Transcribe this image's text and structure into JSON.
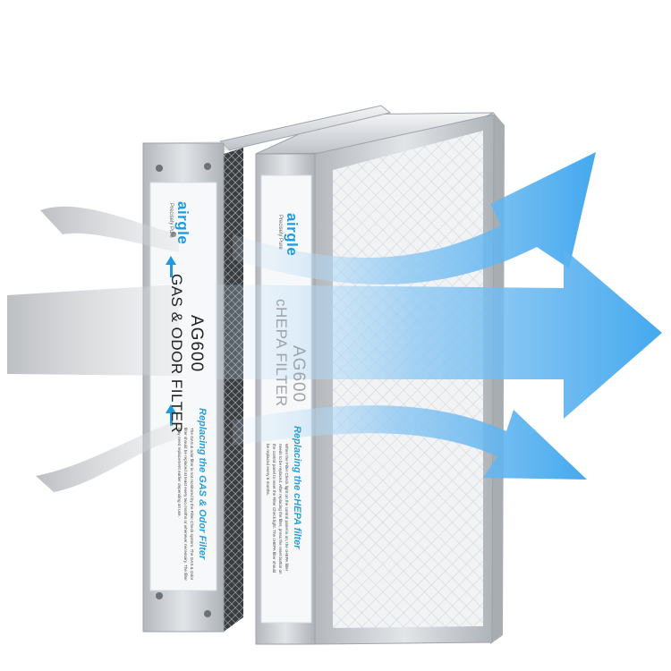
{
  "colors": {
    "frame": "#c9ccd0",
    "frame_dark": "#9ea3a9",
    "label": "#f7f8f9",
    "accent": "#1d9be0",
    "flow": "#3aa4ee",
    "mesh": "#e9ecef"
  },
  "front_filter": {
    "brand": "airgle",
    "tagline": "Precisely Pure",
    "model": "AG600",
    "type": "GAS & ODOR FILTER",
    "replace_title": "Replacing the GAS & Odor Filter",
    "replace_body": "The GAS & odor filter is not monitored by the Filter Check system. The GAS & Odor filter should be replaced at least every two months or whenever necessary. The filter may need replacement earlier depending on use."
  },
  "rear_filter": {
    "brand": "airgle",
    "tagline": "Precisely Pure",
    "model": "AG600",
    "type": "cHEPA FILTER",
    "replace_title": "Replacing the cHEPA filter",
    "replace_body": "When the Filter Check light on the control panel is on, the cHEPA filter needs to be replaced. After replacing the filter, press the reset button on the control panel to reset the Filter Check light. The cHEPA filter should be replaced every 6 months."
  }
}
